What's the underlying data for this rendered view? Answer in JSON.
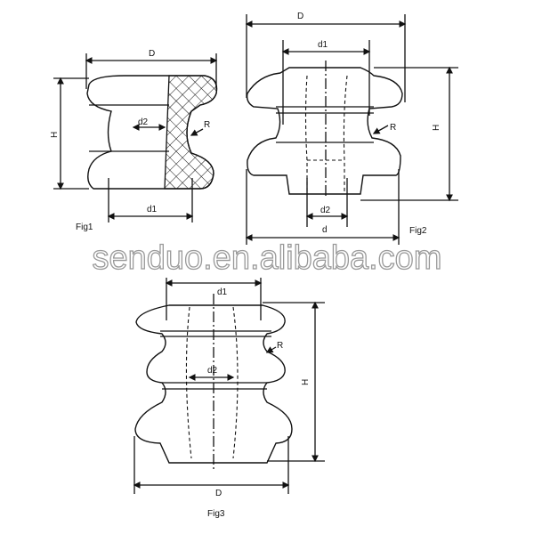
{
  "watermark": "senduo.en.alibaba.com",
  "fig1": {
    "caption": "Fig1",
    "D": "D",
    "H": "H",
    "d1": "d1",
    "d2": "d2",
    "R": "R"
  },
  "fig2": {
    "caption": "Fig2",
    "D": "D",
    "H": "H",
    "d1": "d1",
    "d2": "d2",
    "d": "d",
    "R": "R"
  },
  "fig3": {
    "caption": "Fig3",
    "D": "D",
    "H": "H",
    "d1": "d1",
    "d2": "d2",
    "R": "R"
  }
}
